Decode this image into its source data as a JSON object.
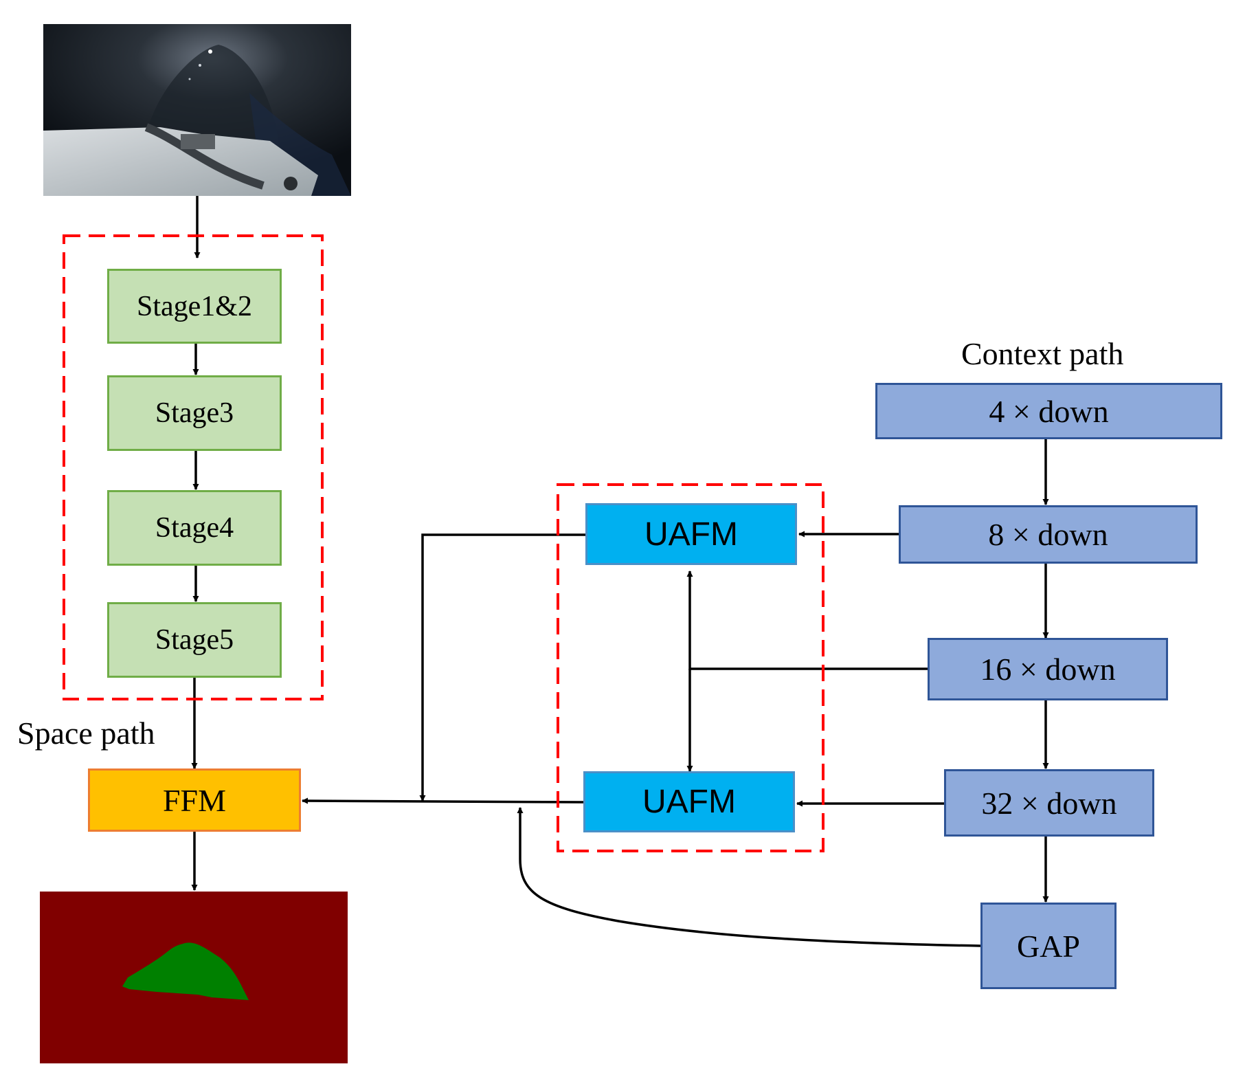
{
  "colors": {
    "stage_fill": "#c5e0b4",
    "stage_border": "#70ad47",
    "context_fill": "#8eaadb",
    "context_border": "#2f5597",
    "uafm_fill": "#00b0f0",
    "ffm_fill": "#ffc000",
    "ffm_border": "#ed7d31",
    "dashed_group": "#ff0000",
    "segmentation_background": "#800000",
    "segmentation_region": "#008000"
  },
  "backbone": {
    "stages": [
      "Stage1&2",
      "Stage3",
      "Stage4",
      "Stage5"
    ]
  },
  "space_path": {
    "label": "Space path",
    "ffm": "FFM"
  },
  "context_path": {
    "label": "Context path",
    "blocks": [
      "4  × down",
      "8  ×  down",
      "16  ×  down",
      "32 × down"
    ],
    "gap": "GAP"
  },
  "fusion": {
    "uafm_top": "UAFM",
    "uafm_bottom": "UAFM"
  }
}
